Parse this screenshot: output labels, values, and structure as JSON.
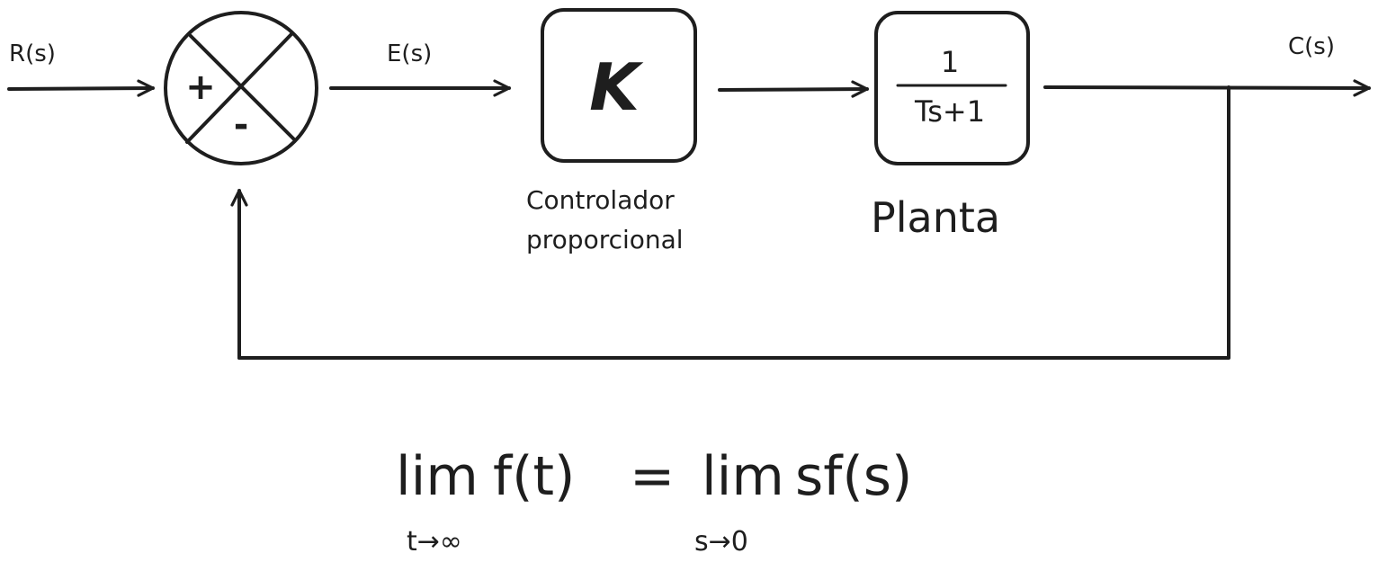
{
  "signals": {
    "input": "R(s)",
    "error": "E(s)",
    "output": "C(s)"
  },
  "summing_junction": {
    "plus": "+",
    "minus": "-"
  },
  "controller": {
    "gain": "K",
    "caption_line1": "Controlador",
    "caption_line2": "proporcional"
  },
  "plant": {
    "numerator": "1",
    "denominator": "Ts+1",
    "caption": "Planta"
  },
  "theorem": {
    "lhs_lim": "lim",
    "lhs_func": "f(t)",
    "equals": "=",
    "rhs_lim": "lim",
    "rhs_func": "sf(s)",
    "lhs_sub": "t→∞",
    "rhs_sub": "s→0"
  },
  "colors": {
    "ink": "#1e1e1e",
    "background": "#ffffff"
  }
}
